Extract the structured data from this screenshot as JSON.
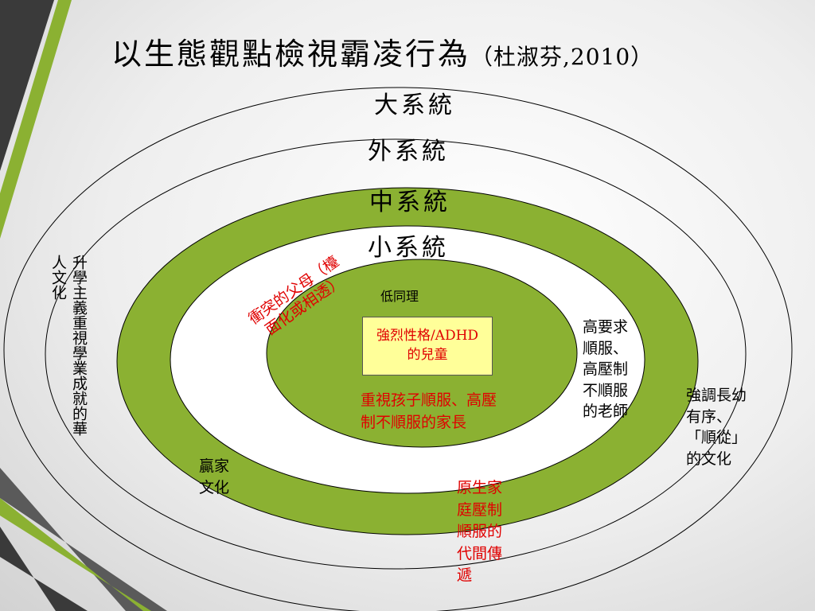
{
  "title": "以生態觀點檢視霸凌行為",
  "citation": "（杜淑芬,2010）",
  "systems": {
    "macro": "大系統",
    "exo": "外系統",
    "meso": "中系統",
    "micro": "小系統"
  },
  "labels": {
    "left_culture": "升學主義重視學業成就的華人文化",
    "conflict_parents": "衝突的父母（檯面化或相透）",
    "low_empathy": "低同理",
    "child": "強烈性格/ADHD\n的兒童",
    "parents": "重視孩子順服、高壓\n制不順服的家長",
    "teachers": "高要求\n順服、\n高壓制\n不順服\n的老師",
    "hierarchy_culture": "強調長幼\n有序、\n「順從」\n的文化",
    "winner_culture": "贏家\n文化",
    "intergenerational": "原生家\n庭壓制\n順服的\n代間傳\n遞"
  },
  "colors": {
    "green": "#8bb132",
    "box_fill": "#ffff99",
    "red_text": "#e00000"
  }
}
